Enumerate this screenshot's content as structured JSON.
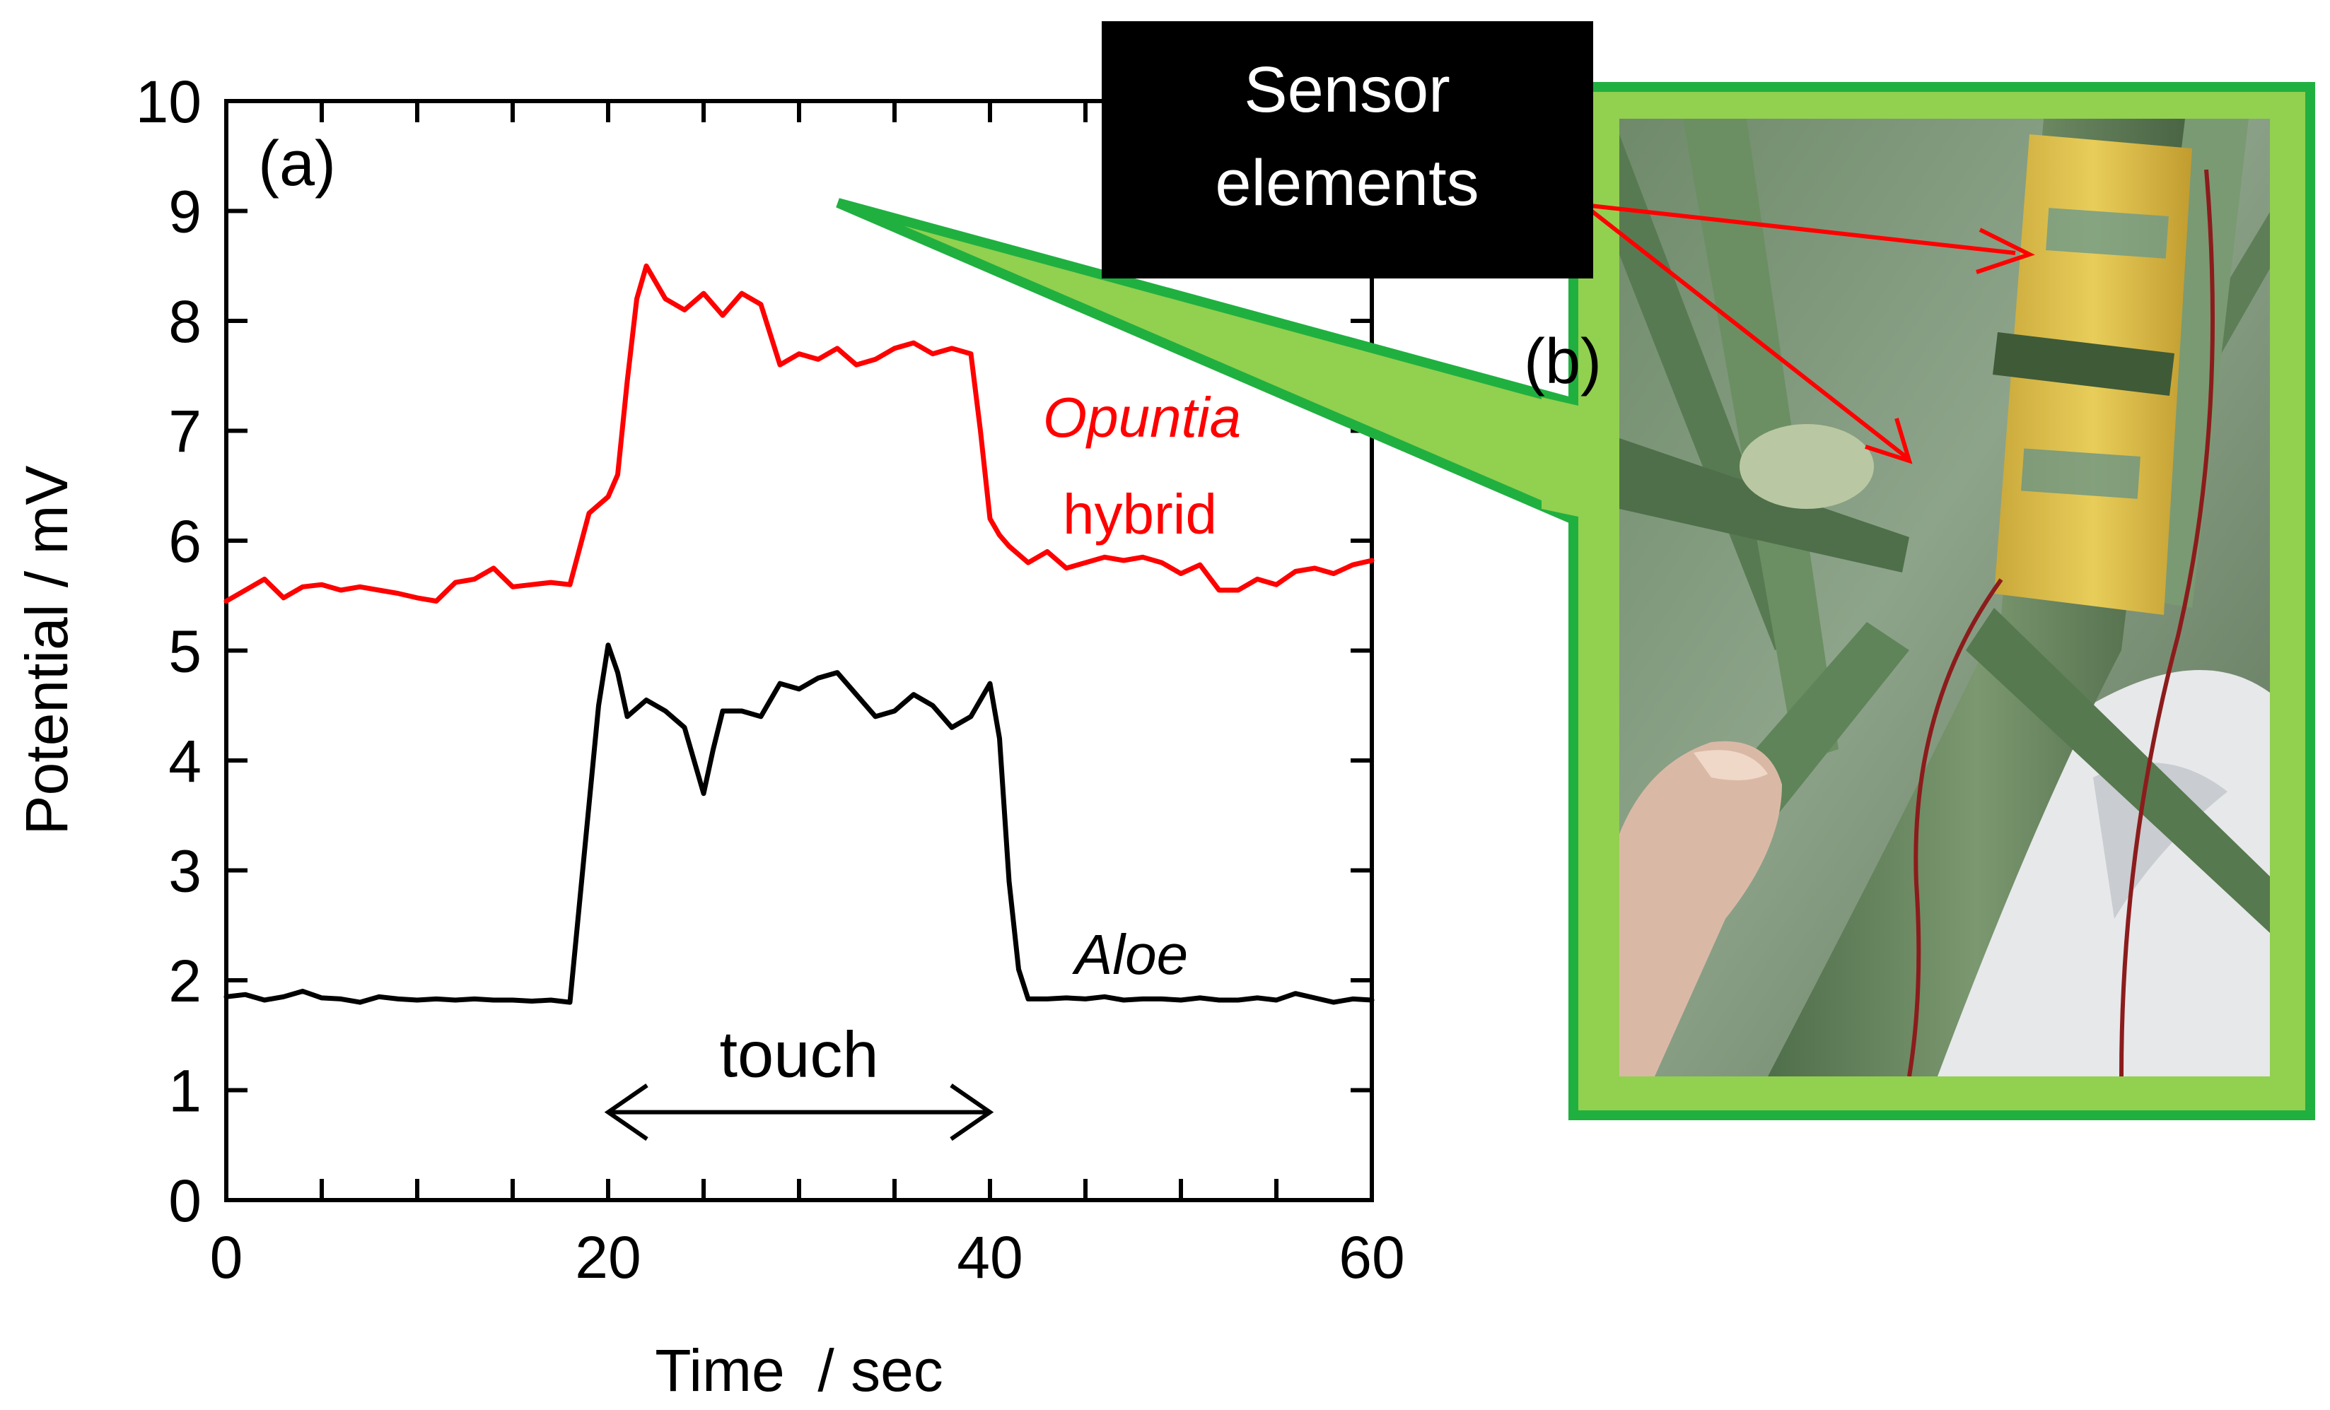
{
  "chart_data": {
    "type": "line",
    "panel_label": "(a)",
    "xlabel": "Time  / sec",
    "ylabel": "Potential / mV",
    "xlim": [
      0,
      60
    ],
    "ylim": [
      0,
      10
    ],
    "x_ticks": [
      "0",
      "20",
      "40",
      "60"
    ],
    "y_ticks": [
      "0",
      "1",
      "2",
      "3",
      "4",
      "5",
      "6",
      "7",
      "8",
      "9",
      "10"
    ],
    "series": [
      {
        "name_line1": "Opuntia",
        "name_line2": "hybrid",
        "color": "#ff0000",
        "x": [
          0,
          1,
          2,
          3,
          4,
          5,
          6,
          7,
          8,
          9,
          10,
          11,
          12,
          13,
          14,
          15,
          16,
          17,
          18,
          19,
          20,
          20.5,
          21,
          21.5,
          22,
          22.5,
          23,
          24,
          25,
          26,
          27,
          28,
          29,
          30,
          31,
          32,
          33,
          34,
          35,
          36,
          37,
          38,
          39,
          39.5,
          40,
          40.5,
          41,
          42,
          43,
          44,
          45,
          46,
          47,
          48,
          49,
          50,
          51,
          52,
          53,
          54,
          55,
          56,
          57,
          58,
          59,
          60
        ],
        "y": [
          5.45,
          5.55,
          5.65,
          5.48,
          5.58,
          5.6,
          5.55,
          5.58,
          5.55,
          5.52,
          5.48,
          5.45,
          5.62,
          5.65,
          5.75,
          5.58,
          5.6,
          5.62,
          5.6,
          6.25,
          6.4,
          6.6,
          7.45,
          8.2,
          8.5,
          8.35,
          8.2,
          8.1,
          8.25,
          8.05,
          8.25,
          8.15,
          7.6,
          7.7,
          7.65,
          7.75,
          7.6,
          7.65,
          7.75,
          7.8,
          7.7,
          7.75,
          7.7,
          7.0,
          6.2,
          6.05,
          5.95,
          5.8,
          5.9,
          5.75,
          5.8,
          5.85,
          5.82,
          5.85,
          5.8,
          5.7,
          5.78,
          5.55,
          5.55,
          5.65,
          5.6,
          5.72,
          5.75,
          5.7,
          5.78,
          5.82
        ]
      },
      {
        "name": "Aloe",
        "color": "#000000",
        "x": [
          0,
          1,
          2,
          3,
          4,
          5,
          6,
          7,
          8,
          9,
          10,
          11,
          12,
          13,
          14,
          15,
          16,
          17,
          18,
          19,
          19.5,
          20,
          20.5,
          21,
          22,
          23,
          24,
          25,
          25.5,
          26,
          27,
          28,
          29,
          30,
          31,
          32,
          33,
          34,
          35,
          36,
          37,
          38,
          39,
          40,
          40.5,
          41,
          41.5,
          42,
          43,
          44,
          45,
          46,
          47,
          48,
          49,
          50,
          51,
          52,
          53,
          54,
          55,
          56,
          57,
          58,
          59,
          60
        ],
        "y": [
          1.85,
          1.87,
          1.82,
          1.85,
          1.9,
          1.84,
          1.83,
          1.8,
          1.85,
          1.83,
          1.82,
          1.83,
          1.82,
          1.83,
          1.82,
          1.82,
          1.81,
          1.82,
          1.8,
          3.6,
          4.5,
          5.05,
          4.8,
          4.4,
          4.55,
          4.45,
          4.3,
          3.7,
          4.1,
          4.45,
          4.45,
          4.4,
          4.7,
          4.65,
          4.75,
          4.8,
          4.6,
          4.4,
          4.45,
          4.6,
          4.5,
          4.3,
          4.4,
          4.7,
          4.2,
          2.9,
          2.1,
          1.83,
          1.83,
          1.84,
          1.83,
          1.85,
          1.82,
          1.83,
          1.83,
          1.82,
          1.84,
          1.82,
          1.82,
          1.84,
          1.82,
          1.88,
          1.84,
          1.8,
          1.83,
          1.82
        ]
      }
    ],
    "annotation": {
      "text": "touch",
      "x_start": 20,
      "x_end": 40,
      "y": 0.8
    }
  },
  "photo": {
    "panel_label": "(b)",
    "callout_line1": "Sensor",
    "callout_line2": "elements",
    "frame_color": "#20b040",
    "fill_color": "#92d050",
    "arrow_color": "#ff0000"
  }
}
